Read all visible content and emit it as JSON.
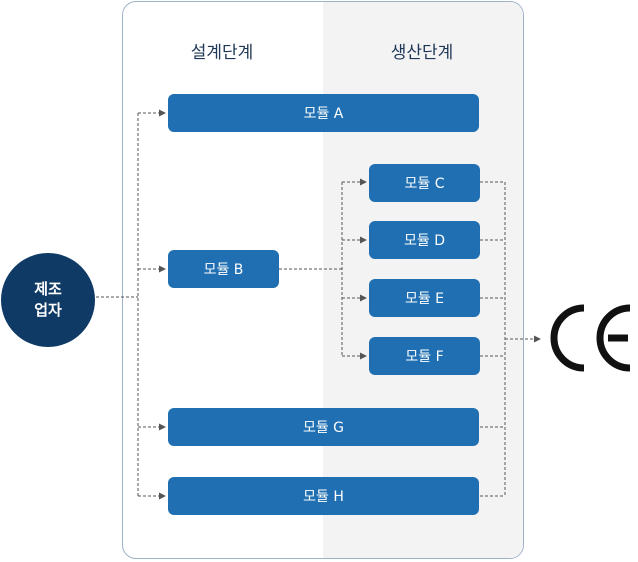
{
  "phases": {
    "design": "설계단계",
    "production": "생산단계"
  },
  "manufacturer": {
    "line1": "제조",
    "line2": "업자"
  },
  "modules": {
    "a": "모듈 A",
    "b": "모듈 B",
    "c": "모듈 C",
    "d": "모듈 D",
    "e": "모듈 E",
    "f": "모듈 F",
    "g": "모듈 G",
    "h": "모듈 H"
  },
  "colors": {
    "module": "#1f6fb2",
    "manufacturer": "#0f3a66",
    "line": "#555555",
    "ce": "#111111"
  },
  "icons": {
    "target": "ce-mark-icon"
  }
}
